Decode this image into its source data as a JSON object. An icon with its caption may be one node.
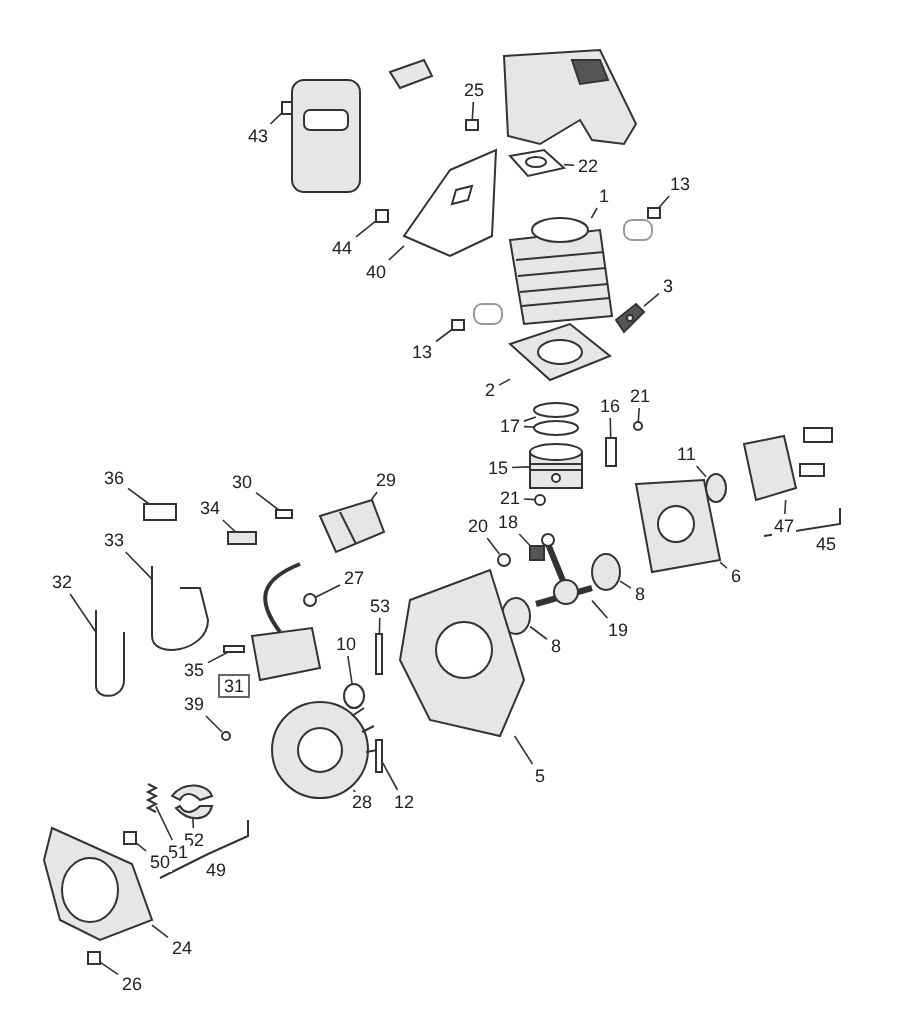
{
  "diagram": {
    "nodes": [
      {
        "text": [
          "25"
        ]
      },
      {
        "text": [
          "43"
        ]
      },
      {
        "text": [
          "22"
        ]
      },
      {
        "text": [
          "13"
        ]
      },
      {
        "text": [
          "1"
        ]
      },
      {
        "text": [
          "44"
        ]
      },
      {
        "text": [
          "40"
        ]
      },
      {
        "text": [
          "3"
        ]
      },
      {
        "text": [
          "13"
        ]
      },
      {
        "text": [
          "2"
        ]
      },
      {
        "text": [
          "21"
        ]
      },
      {
        "text": [
          "16"
        ]
      },
      {
        "text": [
          "17"
        ]
      },
      {
        "text": [
          "11"
        ]
      },
      {
        "text": [
          "15"
        ]
      },
      {
        "text": [
          "36"
        ]
      },
      {
        "text": [
          "29"
        ]
      },
      {
        "text": [
          "30"
        ]
      },
      {
        "text": [
          "21"
        ]
      },
      {
        "text": [
          "34"
        ]
      },
      {
        "text": [
          "20"
        ]
      },
      {
        "text": [
          "18"
        ]
      },
      {
        "text": [
          "47"
        ]
      },
      {
        "text": [
          "33"
        ]
      },
      {
        "text": [
          "6"
        ]
      },
      {
        "text": [
          "27"
        ]
      },
      {
        "text": [
          "32"
        ]
      },
      {
        "text": [
          "8"
        ]
      },
      {
        "text": [
          "53"
        ]
      },
      {
        "text": [
          "19"
        ]
      },
      {
        "text": [
          "10"
        ]
      },
      {
        "text": [
          "8"
        ]
      },
      {
        "text": [
          "35"
        ]
      },
      {
        "text": [
          "39"
        ]
      },
      {
        "text": [
          "5"
        ]
      },
      {
        "text": [
          "28"
        ]
      },
      {
        "text": [
          "12"
        ]
      },
      {
        "text": [
          "52"
        ]
      },
      {
        "text": [
          "51"
        ]
      },
      {
        "text": [
          "50"
        ]
      },
      {
        "text": [
          "24"
        ]
      },
      {
        "text": [
          "26"
        ]
      },
      {
        "text": [
          "45"
        ]
      },
      {
        "text": [
          "31"
        ]
      },
      {
        "text": [
          "49"
        ]
      },
      {
        "text": [],
        "shape": "box"
      },
      {
        "text": [],
        "shape": "box"
      },
      {
        "text": [],
        "shape": "picture"
      },
      {
        "text": [],
        "shape": "box"
      },
      {
        "text": [],
        "shape": "picture"
      },
      {
        "text": [],
        "shape": "box"
      },
      {
        "text": [],
        "shape": "picture"
      },
      {
        "text": [],
        "shape": "picture"
      },
      {
        "text": [],
        "shape": "box"
      },
      {
        "text": [],
        "shape": "picture"
      },
      {
        "text": [],
        "shape": "circle"
      },
      {
        "text": [],
        "shape": "box"
      },
      {
        "text": [],
        "shape": "circle"
      },
      {
        "text": [],
        "shape": "circle"
      },
      {
        "text": [],
        "shape": "circle"
      },
      {
        "text": [],
        "shape": "picture"
      },
      {
        "text": [],
        "shape": "box"
      },
      {
        "text": [],
        "shape": "picture"
      },
      {
        "text": [],
        "shape": "box"
      },
      {
        "text": [],
        "shape": "circle"
      },
      {
        "text": [],
        "shape": "box"
      },
      {
        "text": [],
        "shape": "circle"
      },
      {
        "text": [],
        "shape": "box"
      },
      {
        "text": [],
        "shape": "picture"
      },
      {
        "text": [],
        "shape": "picture"
      },
      {
        "text": [],
        "shape": "picture"
      },
      {
        "text": [],
        "shape": "circle"
      },
      {
        "text": [],
        "shape": "picture"
      },
      {
        "text": [],
        "shape": "circle"
      },
      {
        "text": [],
        "shape": "box"
      },
      {
        "text": [],
        "shape": "picture"
      },
      {
        "text": [],
        "shape": "circle"
      },
      {
        "text": [],
        "shape": "circle"
      },
      {
        "text": [],
        "shape": "box"
      },
      {
        "text": [],
        "shape": "circle"
      },
      {
        "text": [],
        "shape": "picture"
      },
      {
        "text": [],
        "shape": "picture"
      },
      {
        "text": [],
        "shape": "box"
      },
      {
        "text": [],
        "shape": "picture"
      },
      {
        "text": [],
        "shape": "picture"
      },
      {
        "text": [],
        "shape": "box"
      },
      {
        "text": [],
        "shape": "picture"
      },
      {
        "text": [],
        "shape": "box"
      }
    ],
    "edges": [
      {
        "from": 0,
        "to": 45,
        "arrow": "none"
      },
      {
        "from": 1,
        "to": 46,
        "arrow": "none"
      },
      {
        "from": 2,
        "to": 47,
        "arrow": "none"
      },
      {
        "from": 3,
        "to": 48,
        "arrow": "none"
      },
      {
        "from": 4,
        "to": 49,
        "arrow": "none"
      },
      {
        "from": 5,
        "to": 50,
        "arrow": "none"
      },
      {
        "from": 6,
        "to": 51,
        "arrow": "none"
      },
      {
        "from": 7,
        "to": 52,
        "arrow": "none"
      },
      {
        "from": 8,
        "to": 53,
        "arrow": "none"
      },
      {
        "from": 9,
        "to": 54,
        "arrow": "none"
      },
      {
        "from": 10,
        "to": 55,
        "arrow": "none"
      },
      {
        "from": 11,
        "to": 56,
        "arrow": "none"
      },
      {
        "from": 12,
        "to": 57,
        "arrow": "none"
      },
      {
        "from": 12,
        "to": 58,
        "arrow": "none"
      },
      {
        "from": 13,
        "to": 59,
        "arrow": "none"
      },
      {
        "from": 14,
        "to": 60,
        "arrow": "none"
      },
      {
        "from": 15,
        "to": 61,
        "arrow": "none"
      },
      {
        "from": 16,
        "to": 62,
        "arrow": "none"
      },
      {
        "from": 17,
        "to": 63,
        "arrow": "none"
      },
      {
        "from": 18,
        "to": 64,
        "arrow": "none"
      },
      {
        "from": 19,
        "to": 65,
        "arrow": "none"
      },
      {
        "from": 20,
        "to": 66,
        "arrow": "none"
      },
      {
        "from": 21,
        "to": 67,
        "arrow": "none"
      },
      {
        "from": 22,
        "to": 68,
        "arrow": "none"
      },
      {
        "from": 23,
        "to": 69,
        "arrow": "none"
      },
      {
        "from": 24,
        "to": 70,
        "arrow": "none"
      },
      {
        "from": 25,
        "to": 71,
        "arrow": "none"
      },
      {
        "from": 26,
        "to": 72,
        "arrow": "none"
      },
      {
        "from": 27,
        "to": 73,
        "arrow": "none"
      },
      {
        "from": 28,
        "to": 74,
        "arrow": "none"
      },
      {
        "from": 29,
        "to": 75,
        "arrow": "none"
      },
      {
        "from": 30,
        "to": 76,
        "arrow": "none"
      },
      {
        "from": 31,
        "to": 77,
        "arrow": "none"
      },
      {
        "from": 32,
        "to": 78,
        "arrow": "none"
      },
      {
        "from": 33,
        "to": 79,
        "arrow": "none"
      },
      {
        "from": 34,
        "to": 80,
        "arrow": "none"
      },
      {
        "from": 35,
        "to": 81,
        "arrow": "none"
      },
      {
        "from": 36,
        "to": 82,
        "arrow": "none"
      },
      {
        "from": 37,
        "to": 83,
        "arrow": "none"
      },
      {
        "from": 38,
        "to": 84,
        "arrow": "none"
      },
      {
        "from": 39,
        "to": 85,
        "arrow": "none"
      },
      {
        "from": 40,
        "to": 86,
        "arrow": "none"
      },
      {
        "from": 41,
        "to": 87,
        "arrow": "none"
      }
    ]
  }
}
